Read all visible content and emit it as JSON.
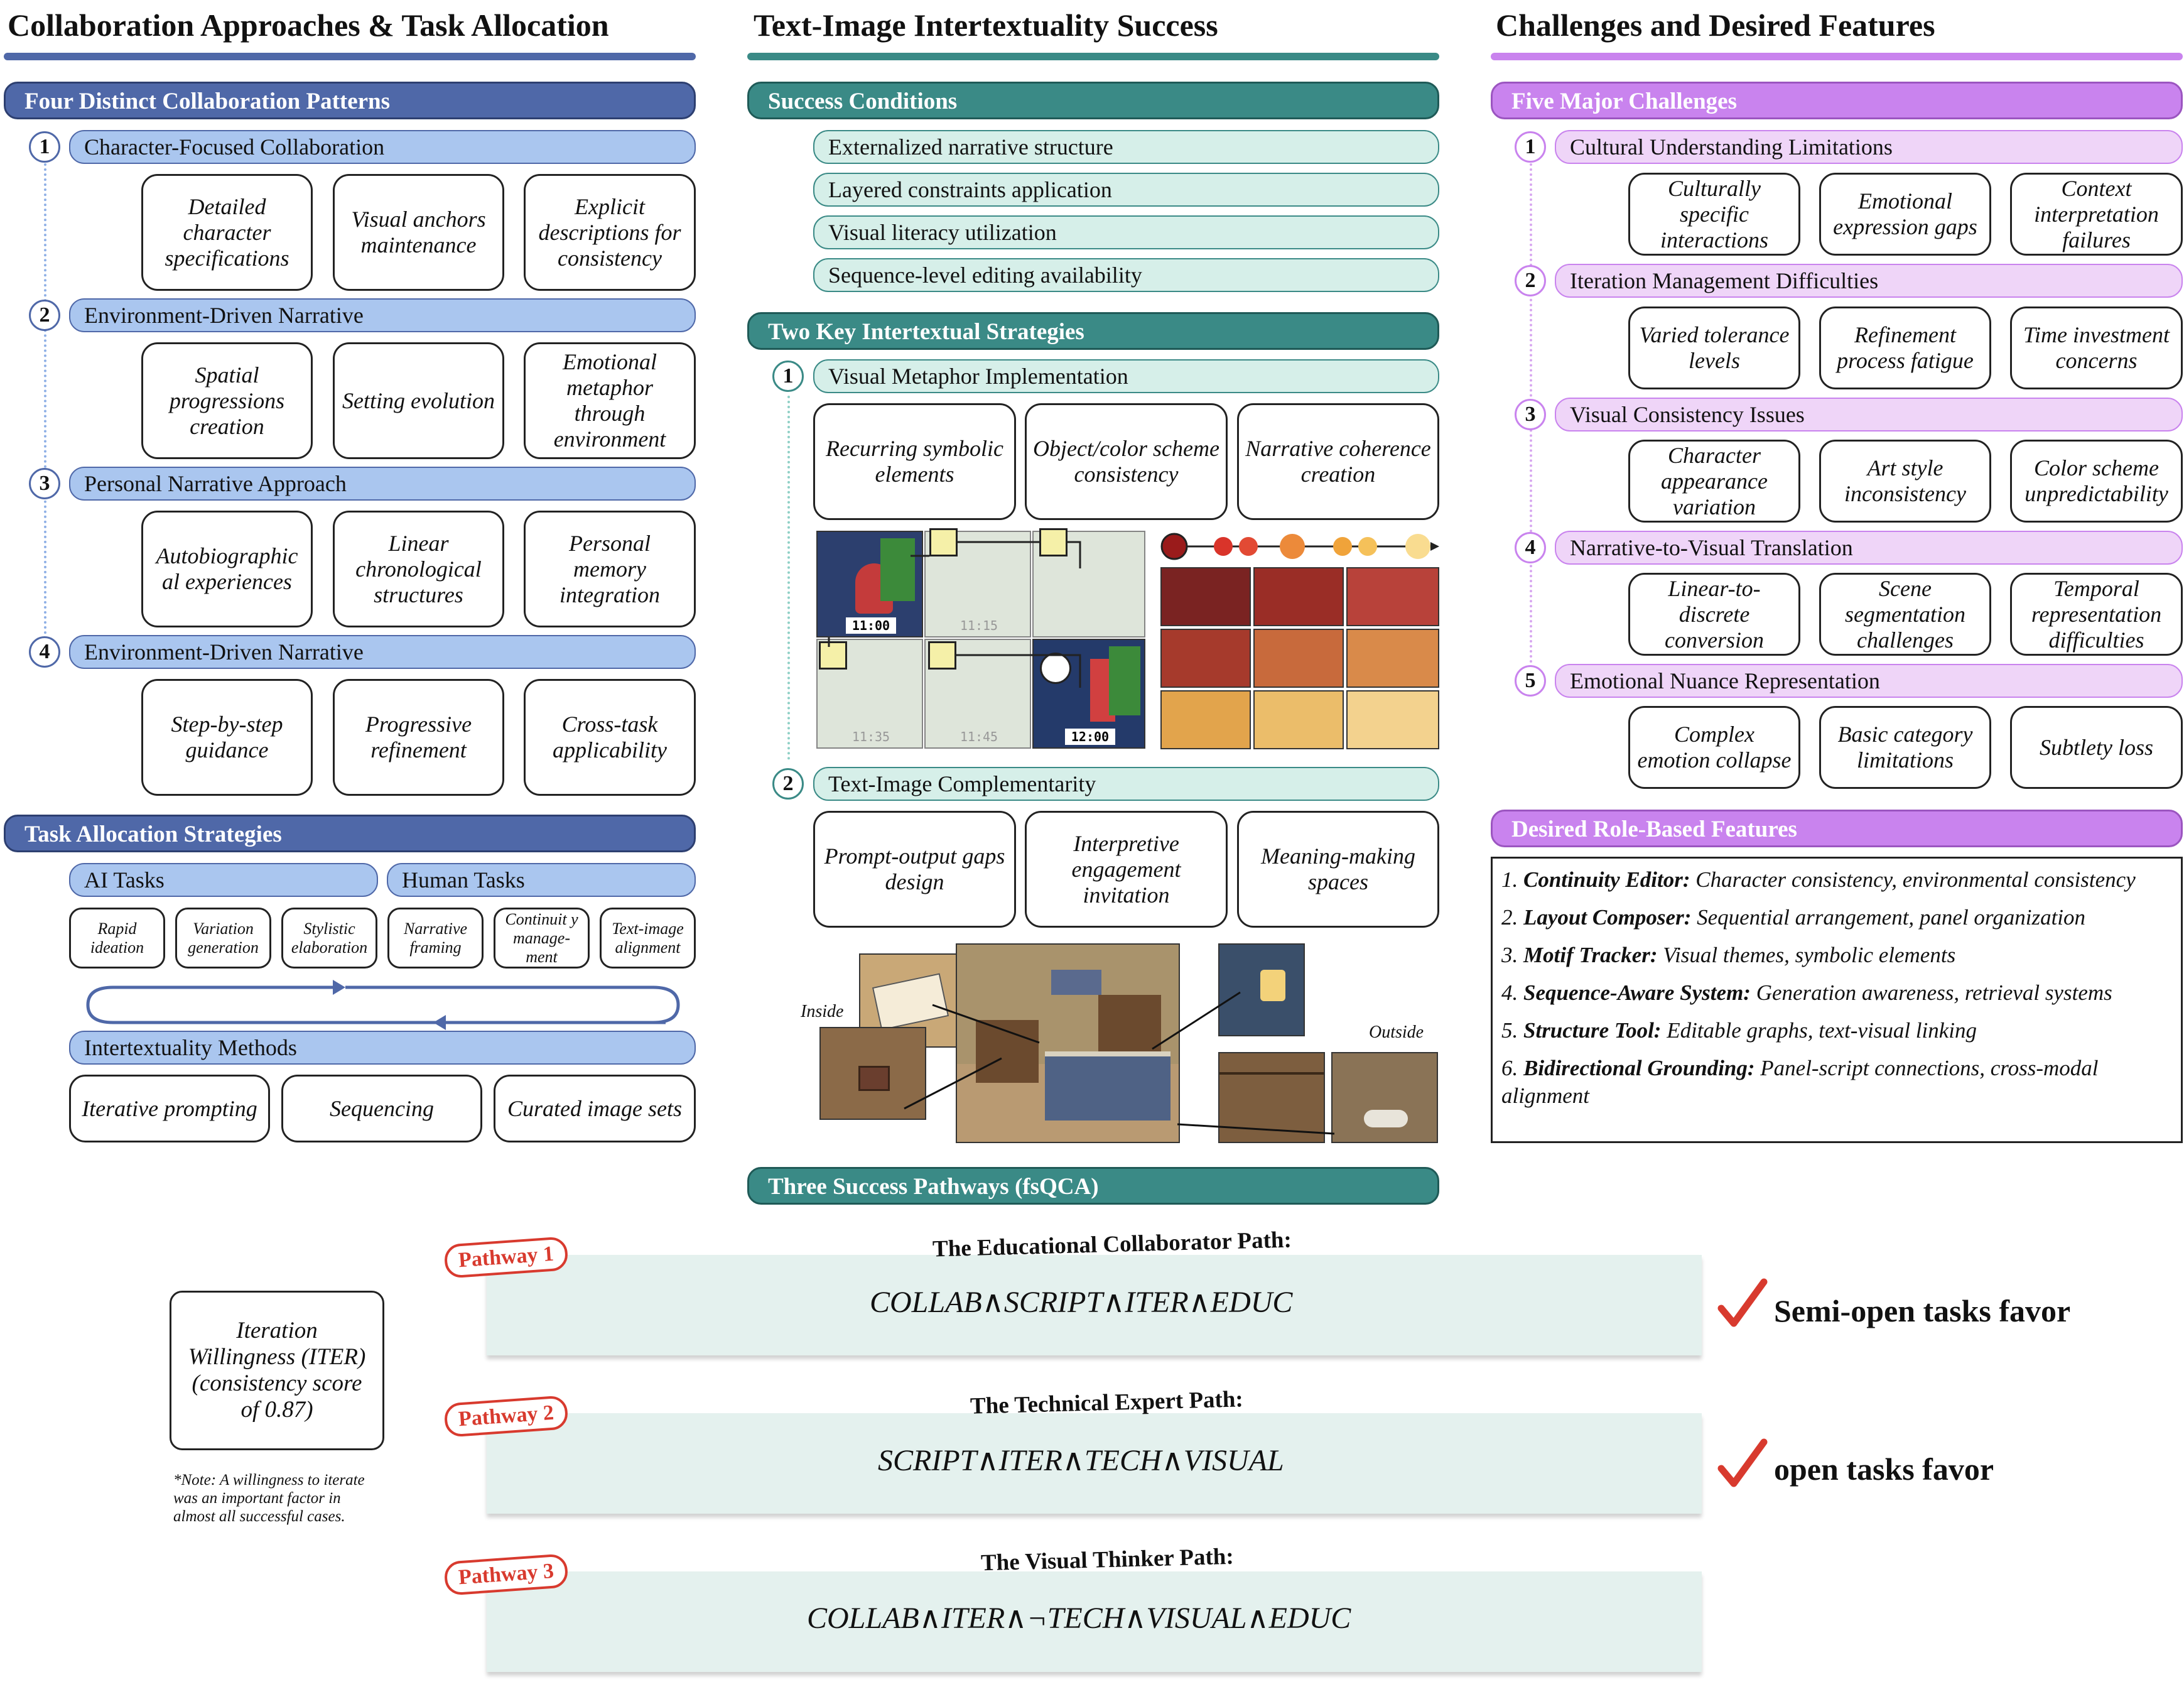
{
  "colors": {
    "blue": "#4f68a8",
    "blue_light": "#aac6ef",
    "teal": "#3a8a86",
    "teal_light": "#d6efe9",
    "purple": "#c983ee",
    "purple_light": "#efd5f8",
    "red": "#d83a2e"
  },
  "left": {
    "title": "Collaboration Approaches & Task Allocation",
    "patterns_header": "Four Distinct Collaboration Patterns",
    "patterns": [
      {
        "num": "1",
        "label": "Character-Focused Collaboration",
        "items": [
          "Detailed character specifications",
          "Visual anchors maintenance",
          "Explicit descriptions for consistency"
        ]
      },
      {
        "num": "2",
        "label": "Environment-Driven Narrative",
        "items": [
          "Spatial progressions creation",
          "Setting evolution",
          "Emotional metaphor through environment"
        ]
      },
      {
        "num": "3",
        "label": "Personal Narrative Approach",
        "items": [
          "Autobiographic al experiences",
          "Linear chronological structures",
          "Personal memory integration"
        ]
      },
      {
        "num": "4",
        "label": "Environment-Driven Narrative",
        "items": [
          "Step-by-step guidance",
          "Progressive refinement",
          "Cross-task applicability"
        ]
      }
    ],
    "task_header": "Task Allocation Strategies",
    "ai_tasks": "AI Tasks",
    "human_tasks": "Human Tasks",
    "tasks": [
      "Rapid ideation",
      "Variation generation",
      "Stylistic elaboration",
      "Narrative framing",
      "Continuit y manage-ment",
      "Text-image alignment"
    ],
    "methods_label": "Intertextuality Methods",
    "methods": [
      "Iterative prompting",
      "Sequencing",
      "Curated image sets"
    ]
  },
  "middle": {
    "title": "Text-Image Intertextuality Success",
    "success_header": "Success Conditions",
    "conditions": [
      "Externalized narrative structure",
      "Layered constraints application",
      "Visual literacy utilization",
      "Sequence-level editing availability"
    ],
    "strategies_header": "Two Key Intertextual Strategies",
    "strategies": [
      {
        "num": "1",
        "label": "Visual Metaphor Implementation",
        "items": [
          "Recurring symbolic elements",
          "Object/color scheme consistency",
          "Narrative coherence creation"
        ]
      },
      {
        "num": "2",
        "label": "Text-Image Complementarity",
        "items": [
          "Prompt-output gaps design",
          "Interpretive engagement invitation",
          "Meaning-making spaces"
        ]
      }
    ],
    "clock_labels": [
      "11:00",
      "11:15",
      "11:35",
      "11:45",
      "12:00"
    ],
    "inside_label": "Inside",
    "outside_label": "Outside",
    "pathways_header": "Three Success Pathways (fsQCA)"
  },
  "right": {
    "title": "Challenges and Desired Features",
    "challenges_header": "Five Major Challenges",
    "challenges": [
      {
        "num": "1",
        "label": "Cultural Understanding Limitations",
        "items": [
          "Culturally specific interactions",
          "Emotional expression gaps",
          "Context interpretation failures"
        ]
      },
      {
        "num": "2",
        "label": "Iteration Management Difficulties",
        "items": [
          "Varied tolerance levels",
          "Refinement process fatigue",
          "Time investment concerns"
        ]
      },
      {
        "num": "3",
        "label": "Visual Consistency Issues",
        "items": [
          "Character appearance variation",
          "Art style inconsistency",
          "Color scheme unpredictability"
        ]
      },
      {
        "num": "4",
        "label": "Narrative-to-Visual Translation",
        "items": [
          "Linear-to-discrete conversion",
          "Scene segmentation challenges",
          "Temporal representation difficulties"
        ]
      },
      {
        "num": "5",
        "label": "Emotional Nuance Representation",
        "items": [
          "Complex emotion collapse",
          "Basic category limitations",
          "Subtlety loss"
        ]
      }
    ],
    "features_header": "Desired Role-Based Features",
    "features": [
      {
        "num": "1.",
        "name": "Continuity Editor:",
        "desc": "Character consistency, environmental consistency"
      },
      {
        "num": "2.",
        "name": "Layout Composer:",
        "desc": "Sequential arrangement, panel organization"
      },
      {
        "num": "3.",
        "name": "Motif Tracker:",
        "desc": "Visual themes, symbolic elements"
      },
      {
        "num": "4.",
        "name": "Sequence-Aware System:",
        "desc": "Generation awareness, retrieval systems"
      },
      {
        "num": "5.",
        "name": "Structure Tool:",
        "desc": "Editable graphs, text-visual linking"
      },
      {
        "num": "6.",
        "name": "Bidirectional Grounding:",
        "desc": "Panel-script connections, cross-modal alignment"
      }
    ]
  },
  "bottom": {
    "iter_box": "Iteration Willingness (ITER) (consistency score of 0.87)",
    "note": "*Note: A willingness to iterate was an important factor in almost all successful cases.",
    "pathways": [
      {
        "stamp": "Pathway 1",
        "title": "The Educational Collaborator Path:",
        "formula": "COLLAB∧SCRIPT∧ITER∧EDUC",
        "favor": "Semi-open tasks favor"
      },
      {
        "stamp": "Pathway 2",
        "title": "The Technical Expert Path:",
        "formula": "SCRIPT∧ITER∧TECH∧VISUAL",
        "favor": "open tasks favor"
      },
      {
        "stamp": "Pathway 3",
        "title": "The Visual Thinker Path:",
        "formula": "COLLAB∧ITER∧¬TECH∧VISUAL∧EDUC",
        "favor": ""
      }
    ]
  }
}
